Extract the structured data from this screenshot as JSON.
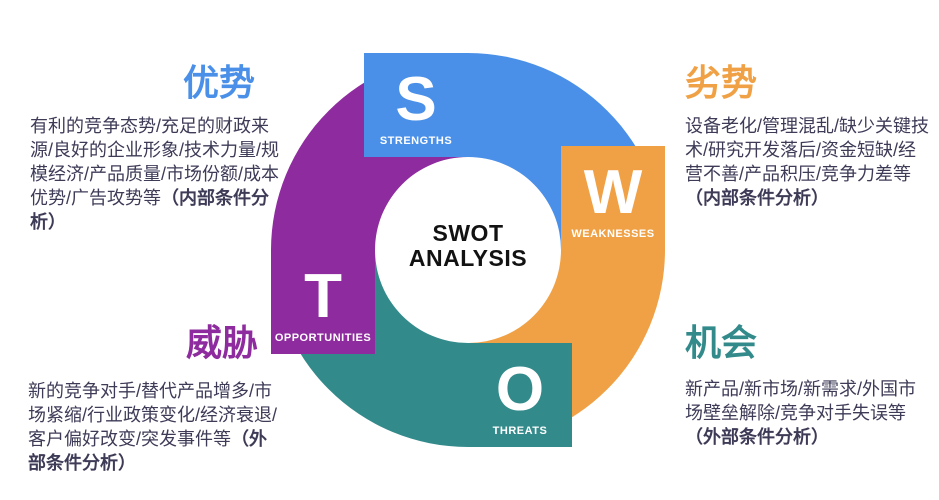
{
  "center": {
    "line1": "SWOT",
    "line2": "ANALYSIS"
  },
  "colors": {
    "blue": "#4A90E8",
    "orange": "#F0A145",
    "teal": "#338A8B",
    "purple": "#8E2B9E",
    "body_text": "#3E3B57",
    "title_text": "#121212"
  },
  "ring": {
    "tabs": [
      {
        "letter": "S",
        "caption": "STRENGTHS",
        "color": "#4A90E8"
      },
      {
        "letter": "W",
        "caption": "WEAKNESSES",
        "color": "#F0A145"
      },
      {
        "letter": "O",
        "caption": "THREATS",
        "color": "#338A8B"
      },
      {
        "letter": "T",
        "caption": "OPPORTUNITIES",
        "color": "#8E2B9E"
      }
    ]
  },
  "blocks": {
    "strengths": {
      "heading": "优势",
      "color": "#4A90E8",
      "body": "有利的竞争态势/充足的财政来源/良好的企业形象/技术力量/规模经济/产品质量/市场份额/成本优势/广告攻势等",
      "body_bold": "（内部条件分析）"
    },
    "weaknesses": {
      "heading": "劣势",
      "color": "#F0A145",
      "body": "设备老化/管理混乱/缺少关键技术/研究开发落后/资金短缺/经营不善/产品积压/竞争力差等",
      "body_bold": "（内部条件分析）"
    },
    "threats": {
      "heading": "威胁",
      "color": "#8E2B9E",
      "body": "新的竞争对手/替代产品增多/市场紧缩/行业政策变化/经济衰退/客户偏好改变/突发事件等",
      "body_bold": "（外部条件分析）"
    },
    "opportunities": {
      "heading": "机会",
      "color": "#338A8B",
      "body": "新产品/新市场/新需求/外国市场壁垒解除/竞争对手失误等",
      "body_bold": "（外部条件分析）"
    }
  }
}
